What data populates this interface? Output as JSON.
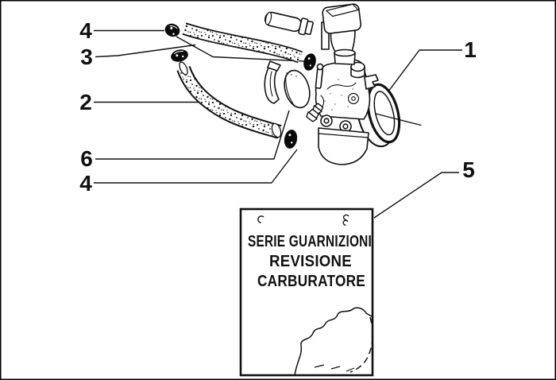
{
  "page": {
    "background": "#ffffff",
    "ink": "#111111",
    "description_label": "carburetor exploded parts diagram"
  },
  "callouts": {
    "left": [
      {
        "number": "4"
      },
      {
        "number": "3"
      },
      {
        "number": "2"
      },
      {
        "number": "6"
      },
      {
        "number": "4"
      }
    ],
    "right": [
      {
        "number": "1"
      },
      {
        "number": "5"
      }
    ]
  },
  "kit_box": {
    "line1": "SERIE GUARNIZIONI",
    "line2": "REVISIONE",
    "line3": "CARBURATORE"
  }
}
